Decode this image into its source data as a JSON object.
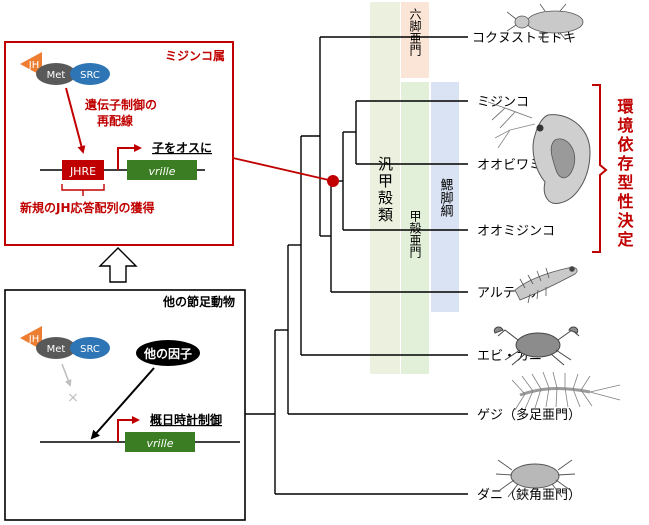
{
  "daphnia_box": {
    "title": "ミジンコ属",
    "jh": "JH",
    "met": "Met",
    "src": "SRC",
    "rewiring_line1": "遺伝子制御の",
    "rewiring_line2": "再配線",
    "jhre": "JHRE",
    "vrille": "vrille",
    "male_label": "子をオスに",
    "acquisition": "新規のJH応答配列の獲得"
  },
  "other_box": {
    "title": "他の節足動物",
    "jh": "JH",
    "met": "Met",
    "src": "SRC",
    "other_factor": "他の因子",
    "x_mark": "×",
    "circadian": "概日時計制御",
    "vrille": "vrille"
  },
  "clade_bands": {
    "hexapoda": "六脚亜門",
    "pancrustacea": "汎甲殻類",
    "crustacea": "甲殻亜門",
    "branchiopoda": "鰓脚綱"
  },
  "taxa": [
    "コクヌストモドキ",
    "ミジンコ",
    "オオビワミジンコ",
    "オオミジンコ",
    "アルテミア",
    "エビ・カニ",
    "ゲジ（多足亜門）",
    "ダニ（鋏角亜門）"
  ],
  "esd_label": "環境依存型性決定",
  "colors": {
    "red": "#c00000",
    "met_gray": "#595959",
    "src_blue": "#2e75b6",
    "jh_orange": "#ed7d31",
    "vrille_green": "#3a7d22",
    "hexapoda_band": "#fbe5d6",
    "pancrustacea_band": "#ebf1de",
    "crustacea_band": "#e2f0d9",
    "branchiopoda_band": "#dae3f3"
  },
  "icons": [
    "tribolium-beetle-icon",
    "daphnia-icon",
    "artemia-icon",
    "crab-icon",
    "centipede-icon",
    "mite-icon"
  ]
}
